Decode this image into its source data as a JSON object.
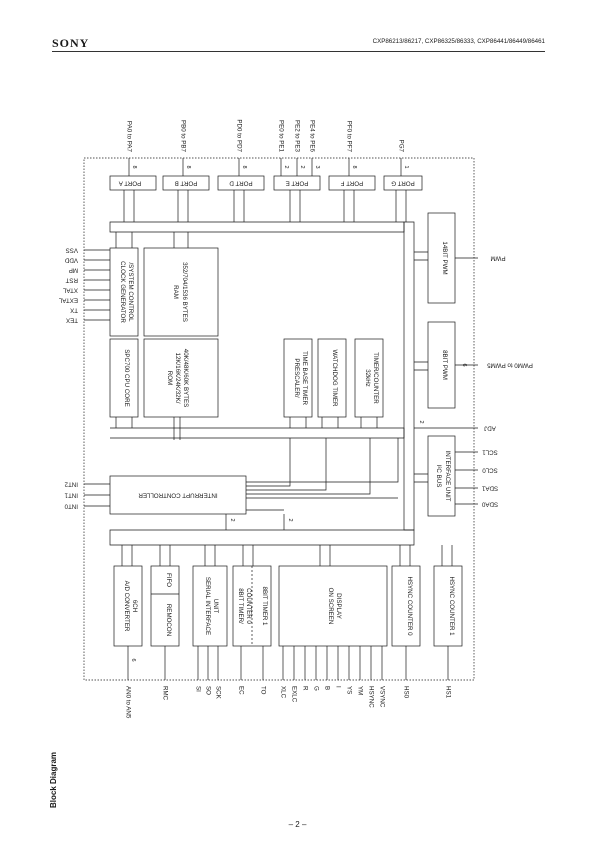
{
  "header": {
    "brand": "SONY",
    "models": "CXP86213/86217, CXP86325/86333, CXP86441/86449/86461"
  },
  "figure_title": "Block Diagram",
  "page_number": "– 2 –",
  "ports": [
    {
      "name": "PORT A",
      "pins": "PA0 to PA7",
      "width": "8"
    },
    {
      "name": "PORT B",
      "pins": "PB0 to PB7",
      "width": "8"
    },
    {
      "name": "PORT D",
      "pins": "PD0 to PD7",
      "width": "8"
    },
    {
      "name": "PORT E",
      "pins": [
        "PE0 to PE1",
        "PE2 to PE3",
        "PE4 to PE6"
      ],
      "widths": [
        "2",
        "2",
        "3"
      ]
    },
    {
      "name": "PORT F",
      "pins": "PF0 to PF7",
      "width": "8"
    },
    {
      "name": "PORT G",
      "pins": "PG7",
      "width": "1"
    }
  ],
  "blocks": {
    "clock": [
      "CLOCK GENERATOR",
      "/SYSTEM CONTROL"
    ],
    "ram": [
      "RAM",
      "352/704/1536 BYTES"
    ],
    "cpu": [
      "SPC700 CPU CORE"
    ],
    "rom": [
      "ROM",
      "12K/16K/24K/32K/",
      "40K/48K/60K BYTES"
    ],
    "prescaler": [
      "PRESCALER/",
      "TIME BASE TIMER"
    ],
    "watchdog": [
      "WATCHDOG TIMER"
    ],
    "timer32k": [
      "32kHz",
      "TIMER/COUNTER"
    ],
    "pwm14": [
      "14BIT PWM"
    ],
    "pwm8": [
      "8BIT PWM"
    ],
    "i2c": [
      "I²C BUS",
      "INTERFACE UNIT"
    ],
    "interrupt": [
      "INTERRUPT CONTROLLER"
    ],
    "adc": [
      "A/D CONVERTER",
      "6CH"
    ],
    "remocon": [
      "REMOCON"
    ],
    "fifo": [
      "FIFO"
    ],
    "serial": [
      "SERIAL INTERFACE",
      "UNIT"
    ],
    "timer8": [
      "8BIT TIMER/",
      "COUNTER 0"
    ],
    "timer8b": [
      "8BIT TIMER 1"
    ],
    "osd": [
      "ON SCREEN",
      "DISPLAY"
    ],
    "hsync0": [
      "HSYNC COUNTER 0"
    ],
    "hsync1": [
      "HSYNC COUNTER 1"
    ]
  },
  "left_pins": [
    "VSS",
    "VDD",
    "MP",
    "RST",
    "XTAL",
    "EXTAL",
    "TX",
    "TEX"
  ],
  "int_pins": [
    "INT2",
    "INT1",
    "INT0"
  ],
  "right_pins": {
    "pwm": "PWM",
    "pwm8": "PWM0 to PWM5",
    "pwm8_width": "6",
    "adj": "ADJ",
    "i2c": [
      "SCL1",
      "SCL0",
      "SDA1",
      "SDA0"
    ]
  },
  "bottom_pins": {
    "adc": "AN0 to AN5",
    "adc_width": "6",
    "remocon": "RMC",
    "serial": [
      "SI",
      "SO",
      "SCK"
    ],
    "timer": [
      "EC",
      "TO"
    ],
    "osd": [
      "XLC",
      "EXLC",
      "R",
      "G",
      "B",
      "I",
      "YS",
      "YM",
      "HSYNC",
      "VSYNC"
    ],
    "hs0": "HS0",
    "hs1": "HS1"
  },
  "bus_widths": [
    "2",
    "2",
    "2"
  ]
}
